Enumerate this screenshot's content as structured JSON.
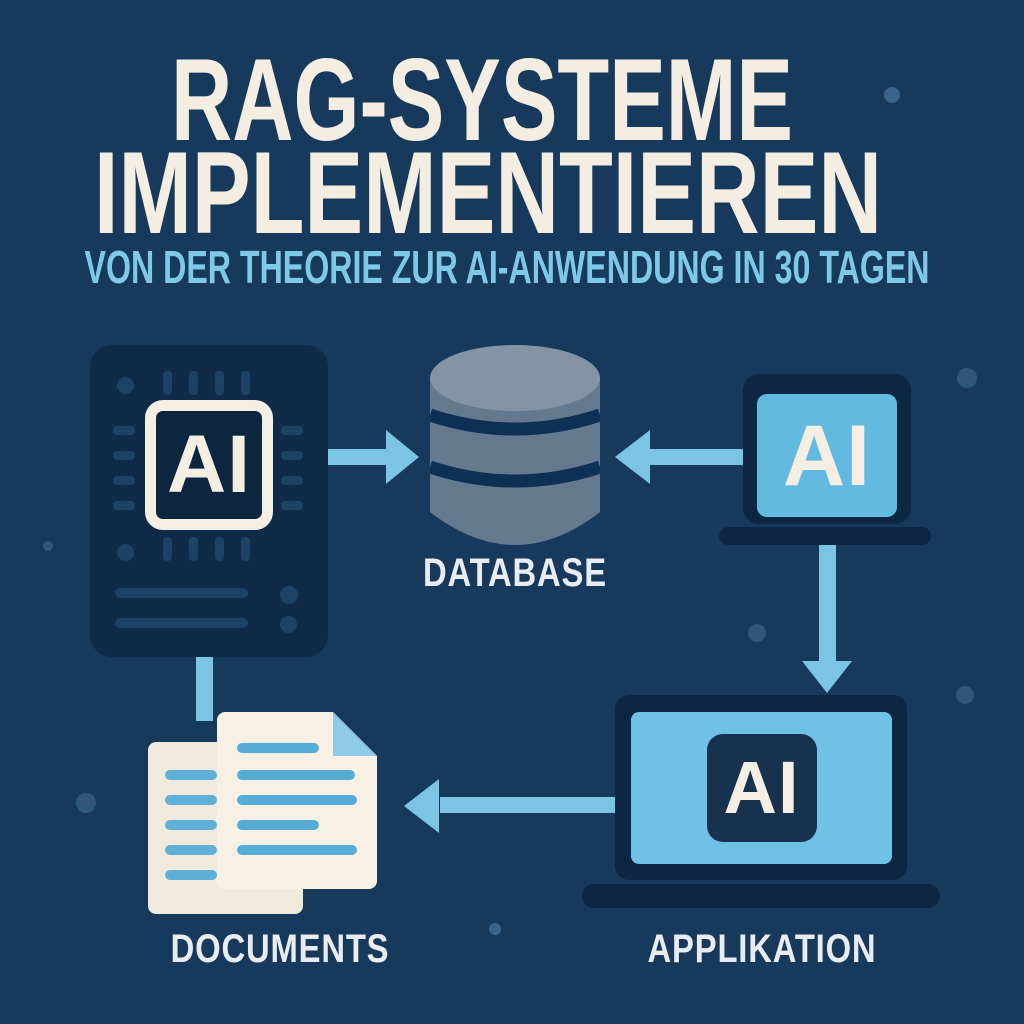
{
  "poster": {
    "title_line1": "RAG-SYSTEME",
    "title_line2": "IMPLEMENTIEREN",
    "subtitle": "VON DER THEORIE ZUR AI-ANWENDUNG IN 30 TAGEN"
  },
  "diagram": {
    "chip": {
      "label": "AI"
    },
    "database": {
      "caption": "DATABASE"
    },
    "laptop_top": {
      "label": "AI"
    },
    "application": {
      "label": "AI",
      "caption": "APPLIKATION"
    },
    "documents": {
      "caption": "DOCUMENTS"
    }
  },
  "colors": {
    "background": "#17395C",
    "panel_dark": "#0F2B47",
    "laptop_frame": "#0D2743",
    "accent_arrow_blue": "#7CC4E4",
    "screen_blue": "#63BAE0",
    "cream": "#F4EFE2",
    "title_cream": "#F3EEE1",
    "subtitle_blue": "#7FC9E8",
    "caption_white": "#E9ECF0",
    "database_body": "#64798E",
    "database_top": "#8494A4",
    "database_gap": "#0E3055",
    "document_line_blue": "#55ACD6",
    "fold_blue": "#8FCBE9",
    "bg_dot": "#2F5878"
  }
}
